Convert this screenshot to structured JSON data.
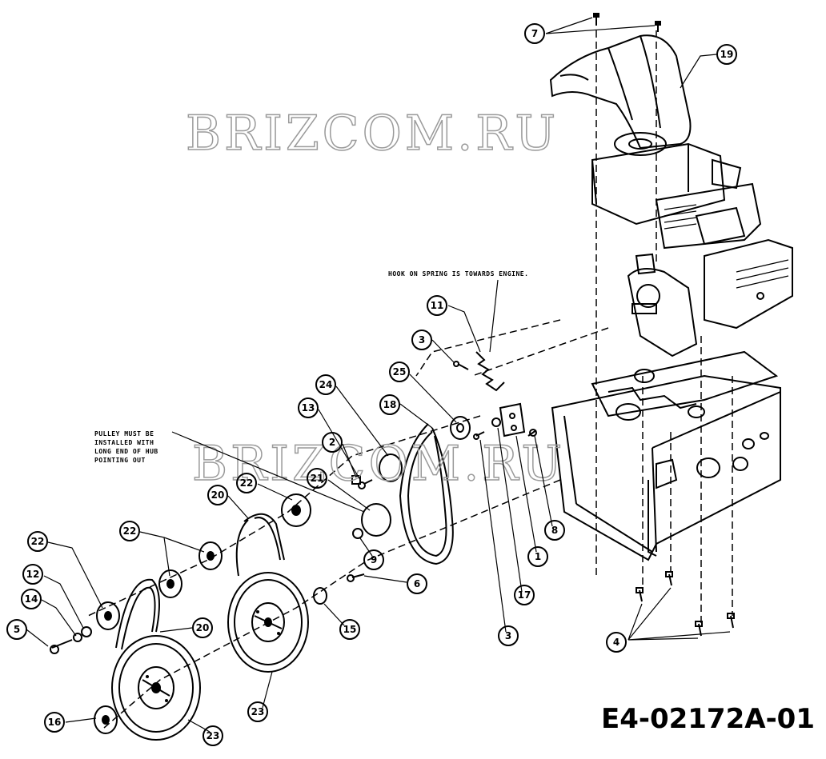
{
  "watermarks": [
    "BRIZCOM.RU",
    "BRIZCOM.RU"
  ],
  "notes": {
    "hook": "HOOK ON SPRING IS TOWARDS ENGINE.",
    "pulley_1": "PULLEY MUST BE",
    "pulley_2": "INSTALLED WITH",
    "pulley_3": "LONG END OF HUB",
    "pulley_4": "POINTING OUT"
  },
  "diagram_code": "E4-02172A-01",
  "callouts": [
    "7",
    "19",
    "11",
    "3",
    "25",
    "24",
    "18",
    "13",
    "2",
    "21",
    "22",
    "20",
    "22",
    "22",
    "12",
    "14",
    "5",
    "20",
    "16",
    "23",
    "23",
    "9",
    "1",
    "8",
    "6",
    "15",
    "17",
    "3",
    "4"
  ]
}
